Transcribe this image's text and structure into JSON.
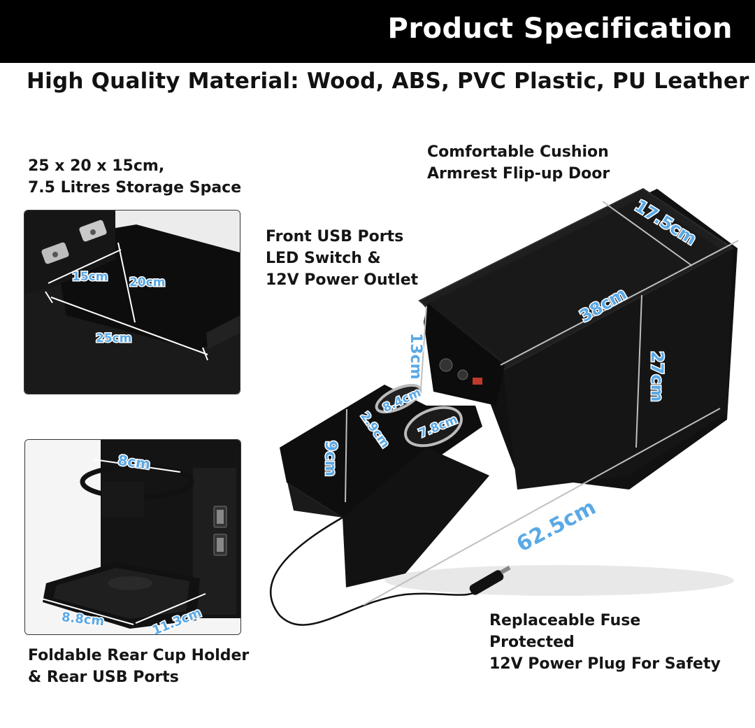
{
  "header": {
    "title": "Product Specification"
  },
  "material_line": "High Quality Material: Wood, ABS, PVC Plastic, PU Leather",
  "captions": {
    "storage": [
      "25 x 20 x 15cm,",
      "7.5 Litres Storage Space"
    ],
    "cushion": [
      "Comfortable Cushion",
      "Armrest Flip-up Door"
    ],
    "front_ports": [
      "Front USB Ports",
      "LED Switch &",
      "12V Power Outlet"
    ],
    "rear": [
      "Foldable Rear Cup Holder",
      "& Rear USB Ports"
    ],
    "fuse": [
      "Replaceable Fuse",
      "Protected",
      "12V Power Plug For Safety"
    ]
  },
  "dimensions": {
    "storage_depth": "15cm",
    "storage_height": "20cm",
    "storage_width": "25cm",
    "rear_cup": "8cm",
    "tray_width": "8.8cm",
    "tray_depth": "11.3cm",
    "top_width": "17.5cm",
    "top_length": "38cm",
    "height": "27cm",
    "front_height": "13cm",
    "cup_front": "8.4cm",
    "cup_round": "7.8cm",
    "cup_depth": "2.9cm",
    "tray_height": "9cm",
    "overall_length": "62.5cm"
  },
  "colors": {
    "dimension_label": "#5aa9e6",
    "header_bg": "#000000",
    "console": "#141414"
  }
}
